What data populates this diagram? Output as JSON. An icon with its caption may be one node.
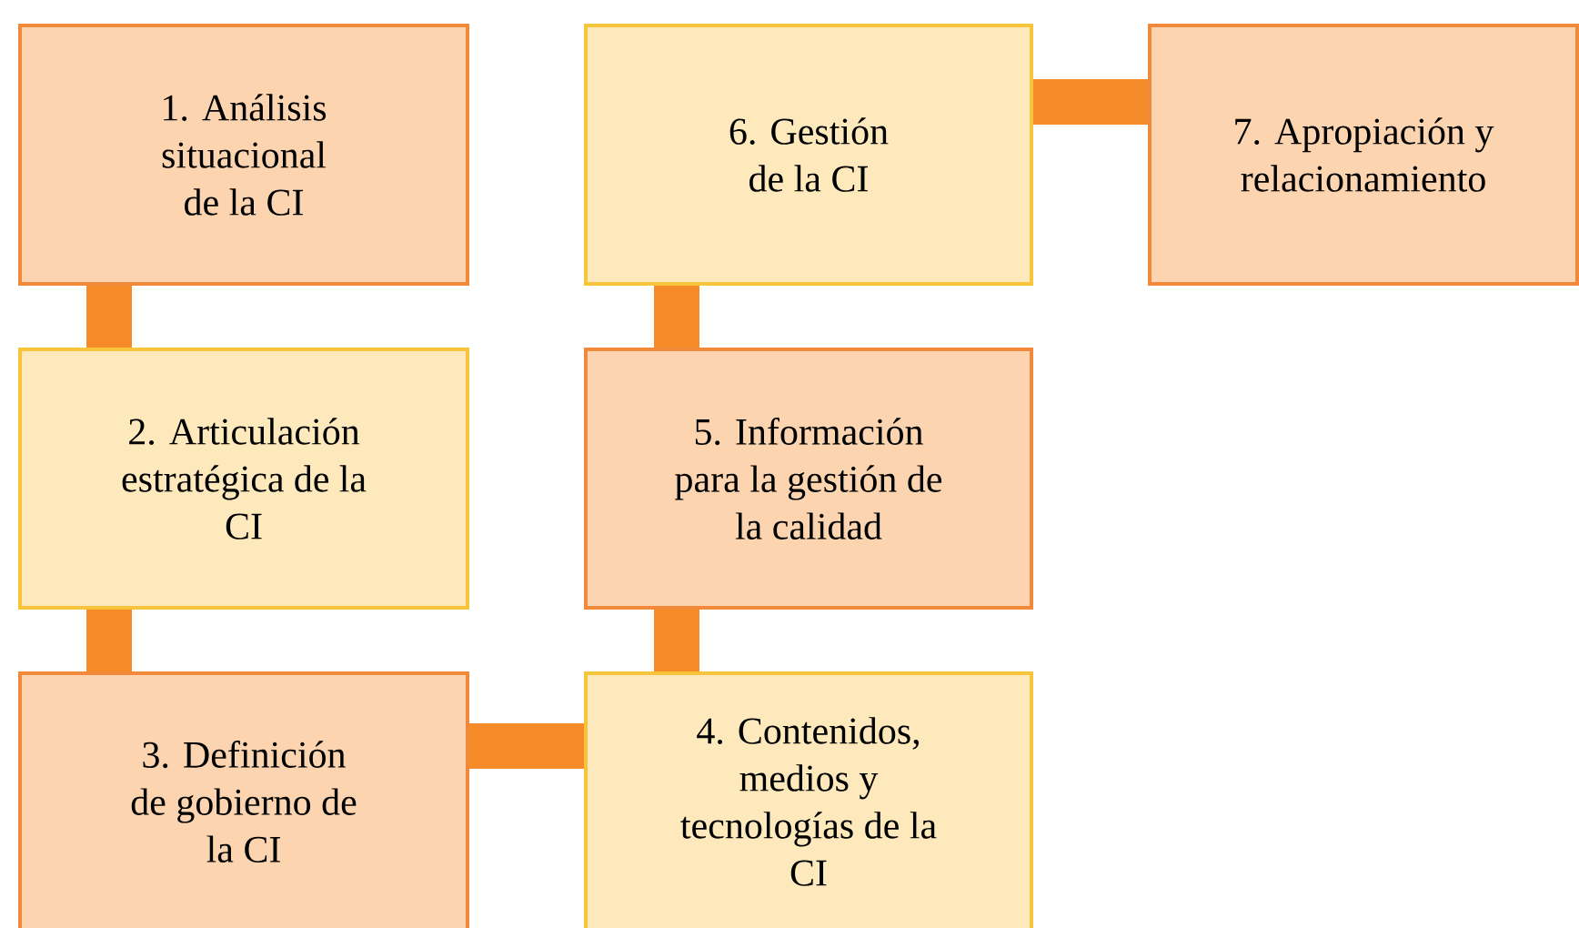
{
  "diagram": {
    "nodes": [
      {
        "text": [
          "1. Análisis situacional de la CI"
        ]
      },
      {
        "text": [
          "2. Articulación estratégica de la CI"
        ]
      },
      {
        "text": [
          "3. Definición de gobierno de la CI"
        ]
      },
      {
        "text": [
          "4. Contenidos, medios y tecnologías de la CI"
        ]
      },
      {
        "text": [
          "5. Información para la gestión de la calidad"
        ]
      },
      {
        "text": [
          "6. Gestión de la CI"
        ]
      },
      {
        "text": [
          "7. Apropiación y relacionamiento"
        ]
      }
    ],
    "edges": [
      {
        "from": 0,
        "to": 1,
        "arrow": "none"
      },
      {
        "from": 1,
        "to": 2,
        "arrow": "none"
      },
      {
        "from": 2,
        "to": 3,
        "arrow": "none"
      },
      {
        "from": 3,
        "to": 4,
        "arrow": "none"
      },
      {
        "from": 4,
        "to": 5,
        "arrow": "none"
      },
      {
        "from": 5,
        "to": 6,
        "arrow": "none"
      }
    ]
  }
}
